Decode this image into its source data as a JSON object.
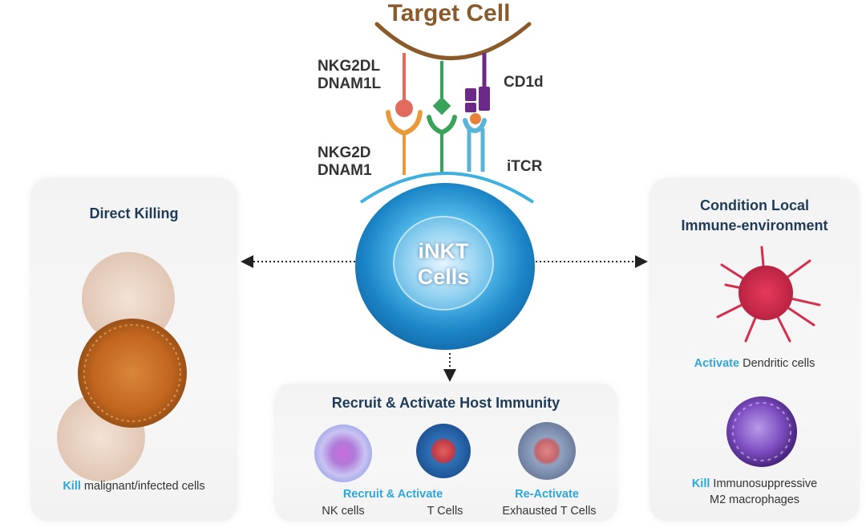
{
  "target": {
    "title": "Target Cell"
  },
  "ligands": {
    "left_line1": "NKG2DL",
    "left_line2": "DNAM1L",
    "right": "CD1d"
  },
  "receptors": {
    "left_line1": "NKG2D",
    "left_line2": "DNAM1",
    "right": "iTCR"
  },
  "center_cell": {
    "line1": "iNKT",
    "line2": "Cells"
  },
  "left_panel": {
    "title": "Direct Killing",
    "caption_highlight": "Kill",
    "caption_rest": "malignant/infected  cells"
  },
  "right_panel": {
    "title_line1": "Condition Local",
    "title_line2": "Immune-environment",
    "dc_highlight": "Activate",
    "dc_rest": "Dendritic cells",
    "mac_highlight": "Kill",
    "mac_rest": "Immunosuppressive",
    "mac_line2": "M2 macrophages"
  },
  "bottom_panel": {
    "title": "Recruit & Activate Host Immunity",
    "recruit_label": "Recruit & Activate",
    "reactivate_label": "Re-Activate",
    "nk": "NK cells",
    "t": "T Cells",
    "exhausted": "Exhausted  T Cells"
  },
  "colors": {
    "brown": "#8a5a2b",
    "red_ligand": "#e06a5c",
    "green": "#3aa35a",
    "purple": "#6b2a87",
    "orange": "#e89a3a",
    "blue_receptor": "#5ab4d8",
    "highlight": "#2fa6d9",
    "panel_title": "#1f3b57"
  }
}
